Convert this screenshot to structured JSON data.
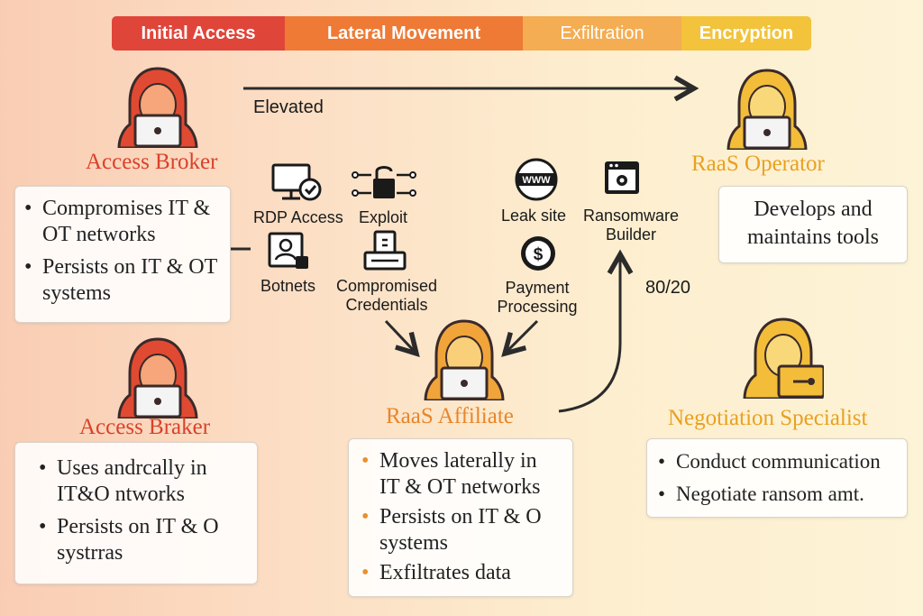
{
  "phases": [
    {
      "label": "Initial Access",
      "color": "#e0453a"
    },
    {
      "label": "Lateral Movement",
      "color": "#ee7a35"
    },
    {
      "label": "Exfiltration",
      "color": "#f4ad52"
    },
    {
      "label": "Encryption",
      "color": "#f2c33b"
    }
  ],
  "arrow_label": "Elevated",
  "split_label": "80/20",
  "roles": {
    "access_broker": {
      "title": "Access Broker",
      "color": "#d9412b",
      "items": [
        "Compromises IT & OT networks",
        "Persists on IT & OT systems"
      ]
    },
    "access_braker": {
      "title": "Access Braker",
      "color": "#d9412b",
      "items": [
        "Uses andrcally in IT&O ntworks",
        "Persists on IT & O systrras"
      ]
    },
    "raas_operator": {
      "title": "RaaS Operator",
      "color": "#e8a11f",
      "description": "Develops and maintains tools"
    },
    "raas_affiliate": {
      "title": "RaaS Affiliate",
      "color": "#e8862a",
      "items": [
        "Moves laterally in IT & OT networks",
        "Persists on IT & O systems",
        "Exfiltrates data"
      ]
    },
    "negotiation_specialist": {
      "title": "Negotiation Specialist",
      "color": "#e8a11f",
      "items": [
        "Conduct communication",
        "Negotiate ransom amt."
      ]
    }
  },
  "tools": {
    "rdp_access": "RDP Access",
    "exploit": "Exploit",
    "botnets": "Botnets",
    "compromised_credentials_1": "Compromised",
    "compromised_credentials_2": "Credentials",
    "leak_site": "Leak site",
    "ransomware_builder_1": "Ransomware",
    "ransomware_builder_2": "Builder",
    "payment_processing_1": "Payment",
    "payment_processing_2": "Processing",
    "www_icon_text": "WWW",
    "payment_icon_text": "$"
  },
  "icons": {
    "hacker": "hooded-hacker-icon",
    "rdp": "monitor-check-icon",
    "exploit": "unlocked-padlock-circuit-icon",
    "botnets": "id-badge-icon",
    "credentials": "credential-card-icon",
    "leak_site": "globe-www-icon",
    "builder": "gear-window-icon",
    "payment": "dollar-gear-icon"
  }
}
